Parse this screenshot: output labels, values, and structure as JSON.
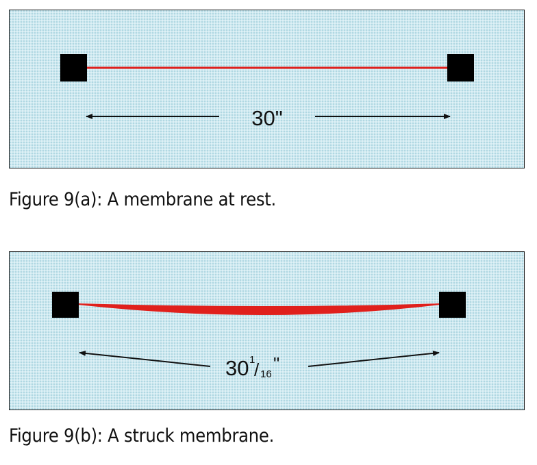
{
  "figure_a": {
    "caption": "Figure 9(a): A membrane at rest.",
    "length_label": "30\""
  },
  "figure_b": {
    "caption": "Figure 9(b): A struck membrane.",
    "length_whole": "30",
    "length_numerator": "1",
    "length_slash": "/",
    "length_denominator": "16",
    "length_unit": "\""
  },
  "colors": {
    "membrane": "#e0201c",
    "anchor": "#000000",
    "panel_background": "#cfe9f0",
    "arrow": "#111111"
  }
}
